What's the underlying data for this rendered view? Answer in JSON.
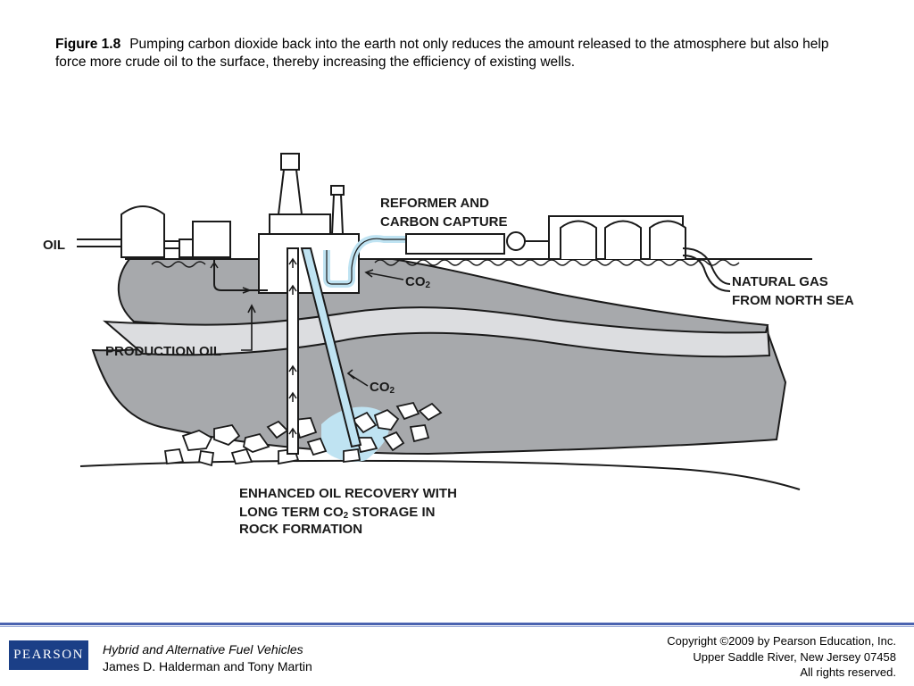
{
  "caption": {
    "figure_label": "Figure 1.8",
    "text": "Pumping carbon dioxide back into the earth not only reduces the amount released to the atmosphere but also help force more crude oil to the surface, thereby increasing the efficiency of existing wells."
  },
  "diagram": {
    "labels": {
      "oil": "OIL",
      "reformer_line1": "REFORMER AND",
      "reformer_line2": "CARBON CAPTURE",
      "co2_top": "CO",
      "co2_sub": "2",
      "natural_gas_line1": "NATURAL GAS",
      "natural_gas_line2": "FROM NORTH SEA",
      "production_oil": "PRODUCTION OIL",
      "co2_mid": "CO",
      "co2_mid_sub": "2",
      "eor_line1": "ENHANCED OIL RECOVERY WITH",
      "eor_line2_a": "LONG TERM CO",
      "eor_line2_sub": "2",
      "eor_line2_b": " STORAGE IN",
      "eor_line3": "ROCK FORMATION"
    },
    "colors": {
      "rock_dark": "#a7a9ac",
      "rock_light": "#dcdde0",
      "co2_blue": "#bfe3f2",
      "outline": "#1a1a1a"
    }
  },
  "footer": {
    "logo": "PEARSON",
    "book_title": "Hybrid and Alternative Fuel Vehicles",
    "authors": "James D. Halderman and Tony Martin",
    "copyright_line1": "Copyright ©2009 by Pearson Education, Inc.",
    "copyright_line2": "Upper Saddle River, New Jersey 07458",
    "copyright_line3": "All rights reserved.",
    "rule_color": "#4a63b0",
    "logo_color": "#1b3f87"
  }
}
